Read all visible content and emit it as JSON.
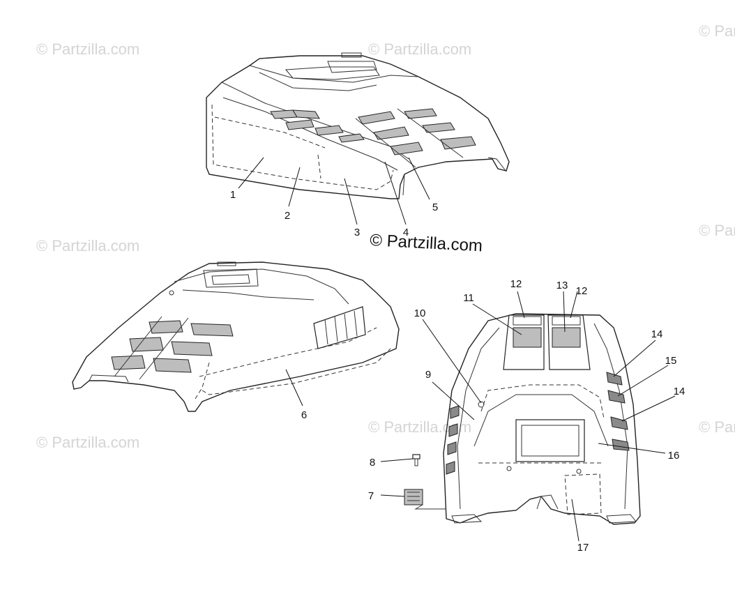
{
  "watermark": {
    "text": "© Partzilla.com",
    "main_text": "© Partzilla.com"
  },
  "callouts": {
    "c1": "1",
    "c2": "2",
    "c3": "3",
    "c4": "4",
    "c5": "5",
    "c6": "6",
    "c7": "7",
    "c8": "8",
    "c9": "9",
    "c10": "10",
    "c11": "11",
    "c12a": "12",
    "c12b": "12",
    "c13": "13",
    "c14a": "14",
    "c14b": "14",
    "c15": "15",
    "c16": "16",
    "c17": "17"
  },
  "colors": {
    "line": "#222222",
    "watermark": "#d4d4d4",
    "vent_fill": "#bdbdbd"
  }
}
